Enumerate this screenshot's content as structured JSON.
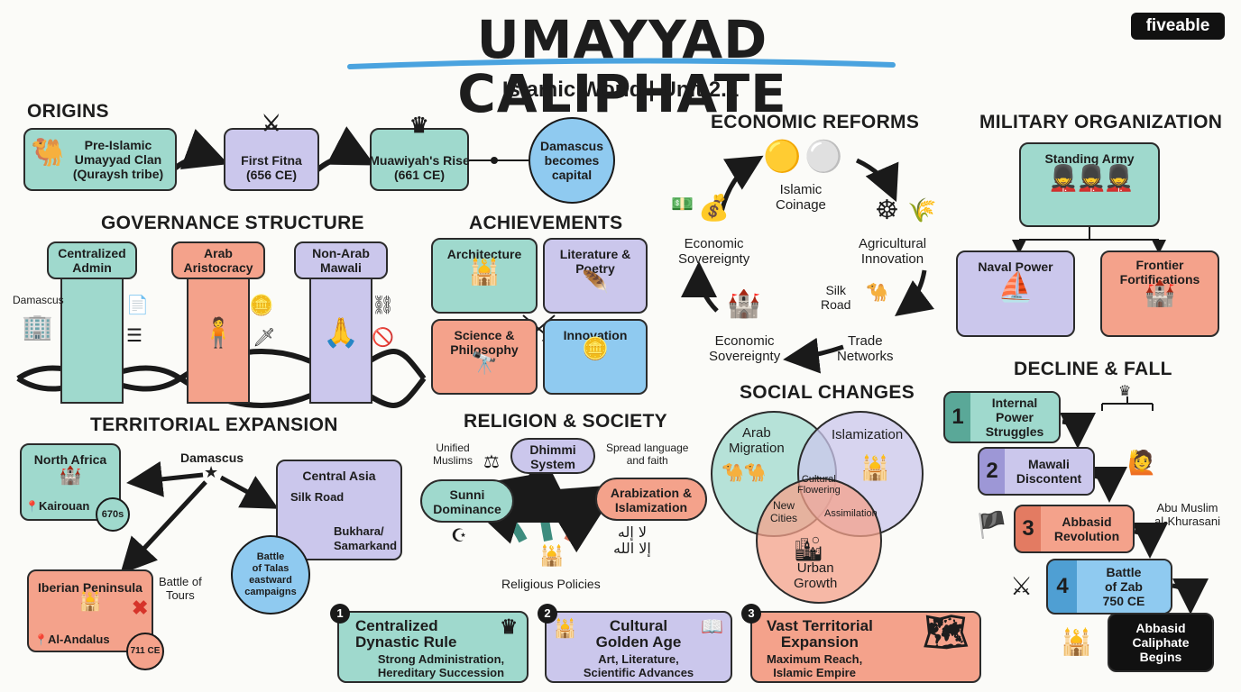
{
  "header": {
    "title": "UMAYYAD CALIPHATE",
    "subtitle": "Islamic World | Unit 2.1",
    "brand": "fiveable"
  },
  "origins": {
    "heading": "ORIGINS",
    "steps": [
      "Pre-Islamic\nUmayyad Clan\n(Quraysh tribe)",
      "First Fitna\n(656 CE)",
      "Muawiyah's Rise\n(661 CE)"
    ],
    "capital_note": "Damascus\nbecomes\ncapital"
  },
  "governance": {
    "heading": "GOVERNANCE STRUCTURE",
    "pillars": [
      "Centralized\nAdmin",
      "Arab\nAristocracy",
      "Non-Arab\nMawali"
    ],
    "city_label": "Damascus"
  },
  "territorial": {
    "heading": "TERRITORIAL EXPANSION",
    "center": "Damascus",
    "north_africa": {
      "name": "North Africa",
      "city": "Kairouan",
      "date": "670s"
    },
    "central_asia": {
      "name": "Central Asia",
      "route": "Silk Road",
      "city": "Bukhara/\nSamarkand"
    },
    "iberia": {
      "name": "Iberian Peninsula",
      "city": "Al-Andalus",
      "date": "711 CE",
      "battle": "Battle of\nTours"
    },
    "talas": "Battle\nof Talas\neastward\ncampaigns"
  },
  "achievements": {
    "heading": "ACHIEVEMENTS",
    "items": [
      "Architecture",
      "Literature &\nPoetry",
      "Science &\nPhilosophy",
      "Innovation"
    ]
  },
  "religion": {
    "heading": "RELIGION & SOCIETY",
    "unified": "Unified\nMuslims",
    "dhimmi": "Dhimmi\nSystem",
    "spread": "Spread language\nand faith",
    "sunni": "Sunni\nDominance",
    "arabization": "Arabization &\nIslamization",
    "policies": "Religious Policies",
    "arabic": "لا إله\nإلا الله"
  },
  "economic": {
    "heading": "ECONOMIC REFORMS",
    "nodes": [
      "Islamic\nCoinage",
      "Agricultural\nInnovation",
      "Trade\nNetworks",
      "Economic\nSovereignty",
      "Economic\nSovereignty"
    ],
    "silk_road": "Silk\nRoad"
  },
  "social": {
    "heading": "SOCIAL CHANGES",
    "circles": [
      "Arab\nMigration",
      "Islamization",
      "Urban\nGrowth"
    ],
    "overlaps": [
      "Cultural\nFlowering",
      "New\nCities",
      "Assimilation"
    ]
  },
  "military": {
    "heading": "MILITARY ORGANIZATION",
    "top": "Standing Army",
    "left": "Naval Power",
    "right": "Frontier\nFortifications"
  },
  "decline": {
    "heading": "DECLINE & FALL",
    "steps": [
      {
        "num": "1",
        "label": "Internal\nPower\nStruggles"
      },
      {
        "num": "2",
        "label": "Mawali\nDiscontent"
      },
      {
        "num": "3",
        "label": "Abbasid\nRevolution"
      },
      {
        "num": "4",
        "label": "Battle\nof Zab\n750 CE"
      }
    ],
    "abu_muslim": "Abu Muslim\nal-Khurasani",
    "final": "Abbasid\nCaliphate\nBegins"
  },
  "summary": [
    {
      "num": "1",
      "title": "Centralized\nDynastic Rule",
      "desc": "Strong Administration,\nHereditary Succession"
    },
    {
      "num": "2",
      "title": "Cultural\nGolden Age",
      "desc": "Art, Literature,\nScientific Advances"
    },
    {
      "num": "3",
      "title": "Vast Territorial\nExpansion",
      "desc": "Maximum Reach,\nIslamic Empire"
    }
  ],
  "colors": {
    "teal": "#9fd9cd",
    "lavender": "#cbc7ec",
    "salmon": "#f4a28b",
    "blue": "#8fcaf0",
    "dark": "#1a1a1a"
  }
}
